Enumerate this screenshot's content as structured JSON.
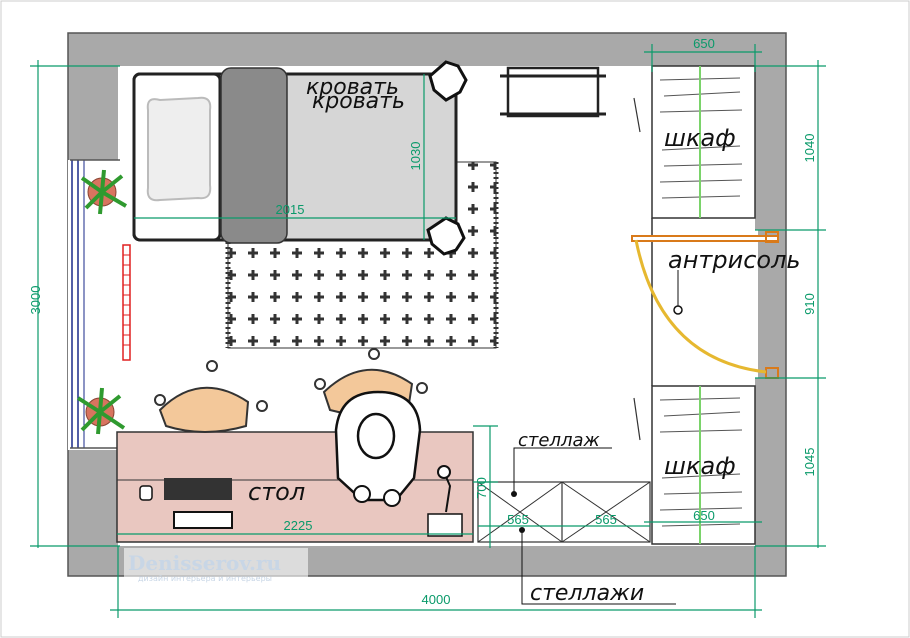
{
  "labels": {
    "bed": "кровать",
    "bed_shadow": "кровать",
    "wardrobe_top": "шкаф",
    "wardrobe_bottom": "шкаф",
    "mezzanine": "антрисоль",
    "shelf": "стеллаж",
    "shelves": "стеллажи",
    "desk": "стол"
  },
  "dimensions": {
    "total_width": "4000",
    "total_height": "3000",
    "bed_length": "2015",
    "bed_width": "1030",
    "desk_length": "2225",
    "desk_depth": "700",
    "shelf_a": "565",
    "shelf_b": "565",
    "wardrobe_width_top": "650",
    "wardrobe_width_bottom": "650",
    "wardrobe_top_height": "1040",
    "mezzanine_height": "910",
    "wardrobe_bottom_height": "1045"
  },
  "watermark": {
    "brand": "Denisserov.ru",
    "tagline": "дизайн интерьера и интерьеры"
  },
  "colors": {
    "wall": "#a9a9a9",
    "dimension": "#0a9a6a",
    "desk": "#e9c7c0",
    "door": "#e6b830",
    "mezzanine_shelf": "#d97a1a",
    "radiator": "#e02020",
    "window": "#1a2a8a"
  }
}
